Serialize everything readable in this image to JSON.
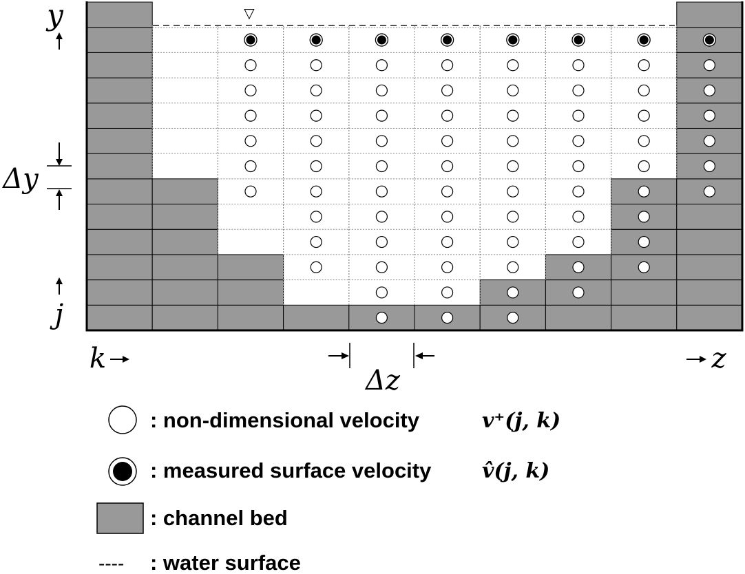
{
  "axis_labels": {
    "y": "y",
    "z": "z",
    "j": "j",
    "k": "k",
    "delta_y": "Δy",
    "delta_z": "Δz"
  },
  "water_surface_symbol": "▽",
  "grid": {
    "columns": 10,
    "rows": 13,
    "bed_heights_cells": [
      13,
      6,
      3,
      1,
      1,
      1,
      2,
      3,
      6,
      13
    ],
    "fluid_columns_rows": [
      {
        "k": 2,
        "open_cells": 7
      },
      {
        "k": 3,
        "open_cells": 10
      },
      {
        "k": 4,
        "open_cells": 12
      },
      {
        "k": 5,
        "open_cells": 12
      },
      {
        "k": 6,
        "open_cells": 12
      },
      {
        "k": 7,
        "open_cells": 11
      },
      {
        "k": 8,
        "open_cells": 10
      },
      {
        "k": 9,
        "open_cells": 7
      }
    ]
  },
  "colors": {
    "bed": "#999999",
    "grid_line": "#888888",
    "outline": "#000000"
  },
  "legend": {
    "open_circle": {
      "text": ": non-dimensional velocity ",
      "math": "v⁺(j, k)"
    },
    "filled_circle": {
      "text": ": measured surface velocity ",
      "math": "v̂(j, k)"
    },
    "bed": {
      "text": ": channel bed"
    },
    "water": {
      "swatch": "----",
      "text": ": water surface"
    }
  }
}
